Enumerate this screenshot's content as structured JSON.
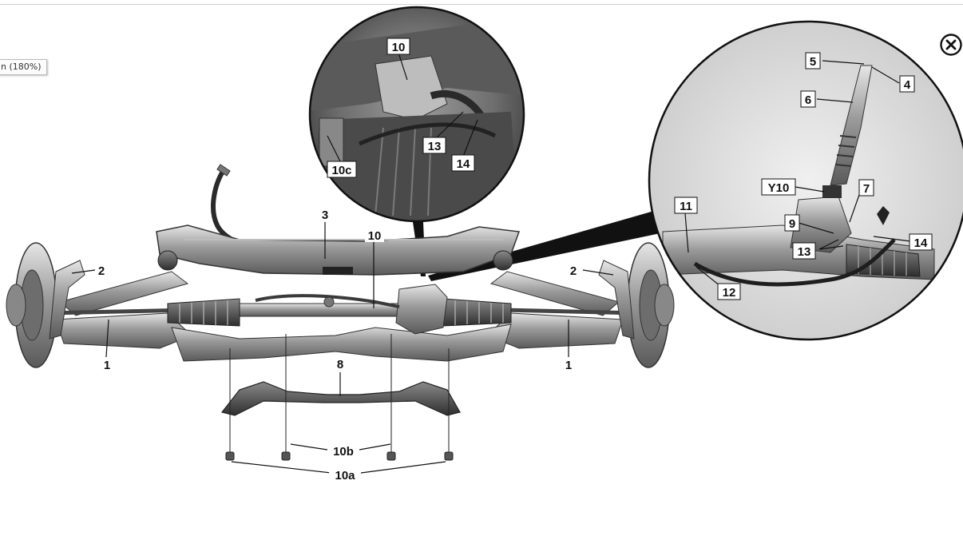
{
  "viewer": {
    "zoom_text": "n (180%)",
    "close_icon": "close-circle-icon"
  },
  "diagram": {
    "main_labels": {
      "tie_rod_left": "1",
      "tie_rod_right": "1",
      "steering_knuckle_left": "2",
      "steering_knuckle_right": "2",
      "subframe": "3",
      "steering_gear": "10",
      "cross_member": "8",
      "bolts_b": "10b",
      "bolts_a": "10a"
    },
    "detail_top_labels": {
      "steering_gear": "10",
      "line_13": "13",
      "line_14": "14",
      "bracket": "10c"
    },
    "detail_right_labels": {
      "bolt_5": "5",
      "joint_4": "4",
      "shaft_6": "6",
      "connector_y10": "Y10",
      "part_7": "7",
      "part_9": "9",
      "part_11": "11",
      "line_14": "14",
      "line_13": "13",
      "part_12": "12"
    }
  }
}
